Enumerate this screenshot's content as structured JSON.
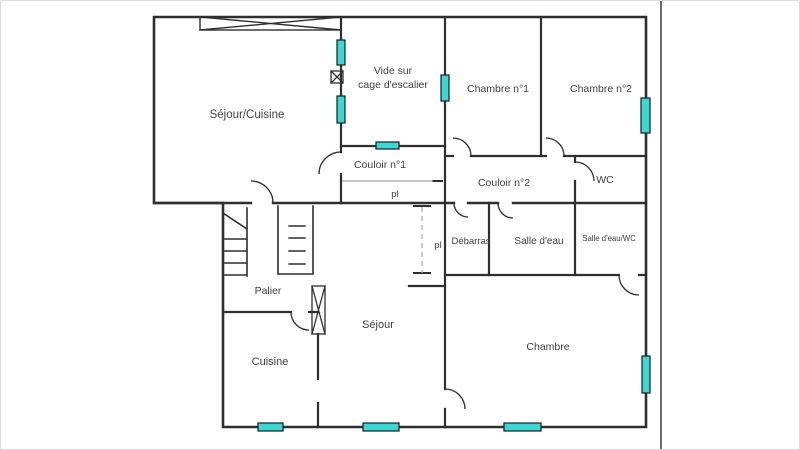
{
  "plan": {
    "labels": {
      "sejour_cuisine": "Séjour/Cuisine",
      "vide_line1": "Vide sur",
      "vide_line2": "cage d'escalier",
      "chambre_n1": "Chambre n°1",
      "chambre_n2": "Chambre n°2",
      "couloir_n1": "Couloir n°1",
      "pl_couloir": "pl",
      "couloir_n2": "Couloir n°2",
      "wc": "WC",
      "pl_sejour": "pl",
      "debarras": "Débarras",
      "salle_eau": "Salle d'eau",
      "salle_eau_wc": "Salle d'eau/WC",
      "palier": "Palier",
      "cuisine": "Cuisine",
      "sejour": "Séjour",
      "chambre": "Chambre"
    },
    "colors": {
      "wall": "#2f2f2f",
      "window_fill": "#36d9d3",
      "label": "#414141",
      "light_line": "#a6a6a6"
    }
  }
}
